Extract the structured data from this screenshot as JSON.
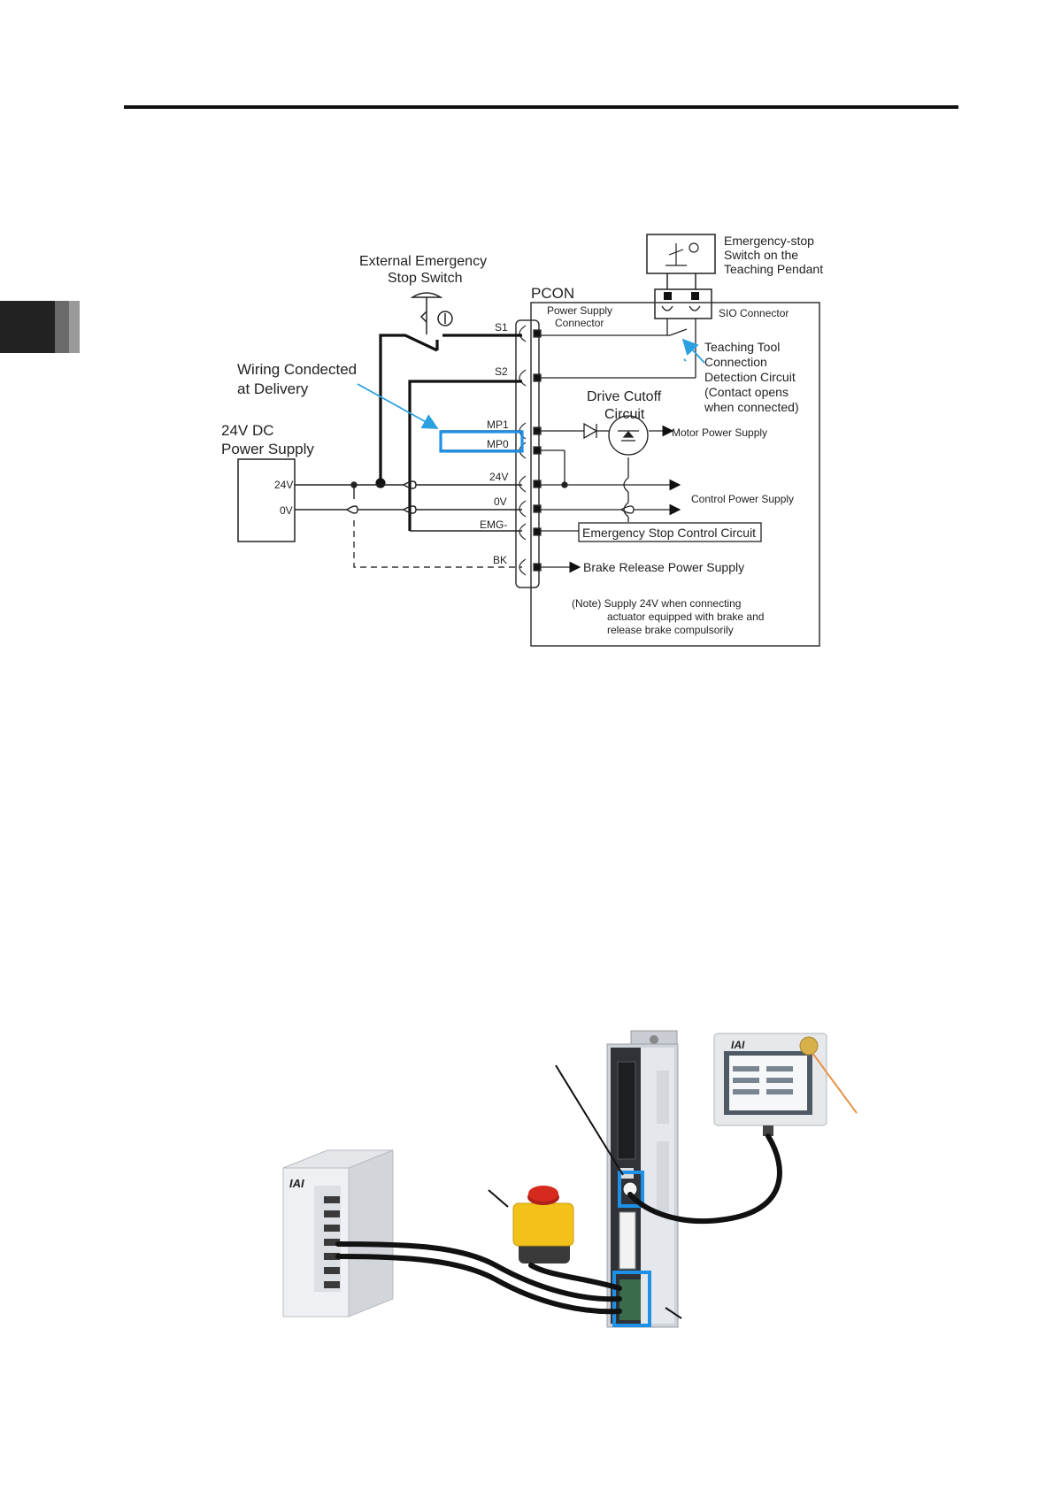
{
  "diagram": {
    "ext_estop_line1": "External Emergency",
    "ext_estop_line2": "Stop Switch",
    "wiring_line1": "Wiring Condected",
    "wiring_line2": "at Delivery",
    "psu_line1": "24V DC",
    "psu_line2": "Power Supply",
    "psu_24v": "24V",
    "psu_0v": "0V",
    "pcon": "PCON",
    "psc_line1": "Power Supply",
    "psc_line2": "Connector",
    "pin_s1": "S1",
    "pin_s2": "S2",
    "pin_mp1": "MP1",
    "pin_mp0": "MP0",
    "pin_24v": "24V",
    "pin_0v": "0V",
    "pin_emg": "EMG-",
    "pin_bk": "BK",
    "tp_line1": "Emergency-stop",
    "tp_line2": "Switch on the",
    "tp_line3": "Teaching Pendant",
    "sio": "SIO Connector",
    "ttc_line1": "Teaching Tool",
    "ttc_line2": "Connection",
    "ttc_line3": "Detection Circuit",
    "ttc_line4": "(Contact opens",
    "ttc_line5": "when connected)",
    "dc_line1": "Drive Cutoff",
    "dc_line2": "Circuit",
    "motor_ps": "Motor Power Supply",
    "control_ps": "Control Power Supply",
    "estop_cc": "Emergency Stop Control Circuit",
    "brake_ps": "Brake Release Power Supply",
    "note_line1": "(Note) Supply 24V when connecting",
    "note_line2": "actuator equipped with brake and",
    "note_line3": "release brake compulsorily"
  },
  "photo": {
    "psu_brand": "IAI",
    "pendant_brand": "IAI"
  },
  "colors": {
    "highlight_blue": "#1e90e6",
    "arrow_blue": "#2aa0e0",
    "arrow_orange": "#e8944a",
    "estop_red": "#d62a1e",
    "estop_yellow": "#f2c21b"
  }
}
